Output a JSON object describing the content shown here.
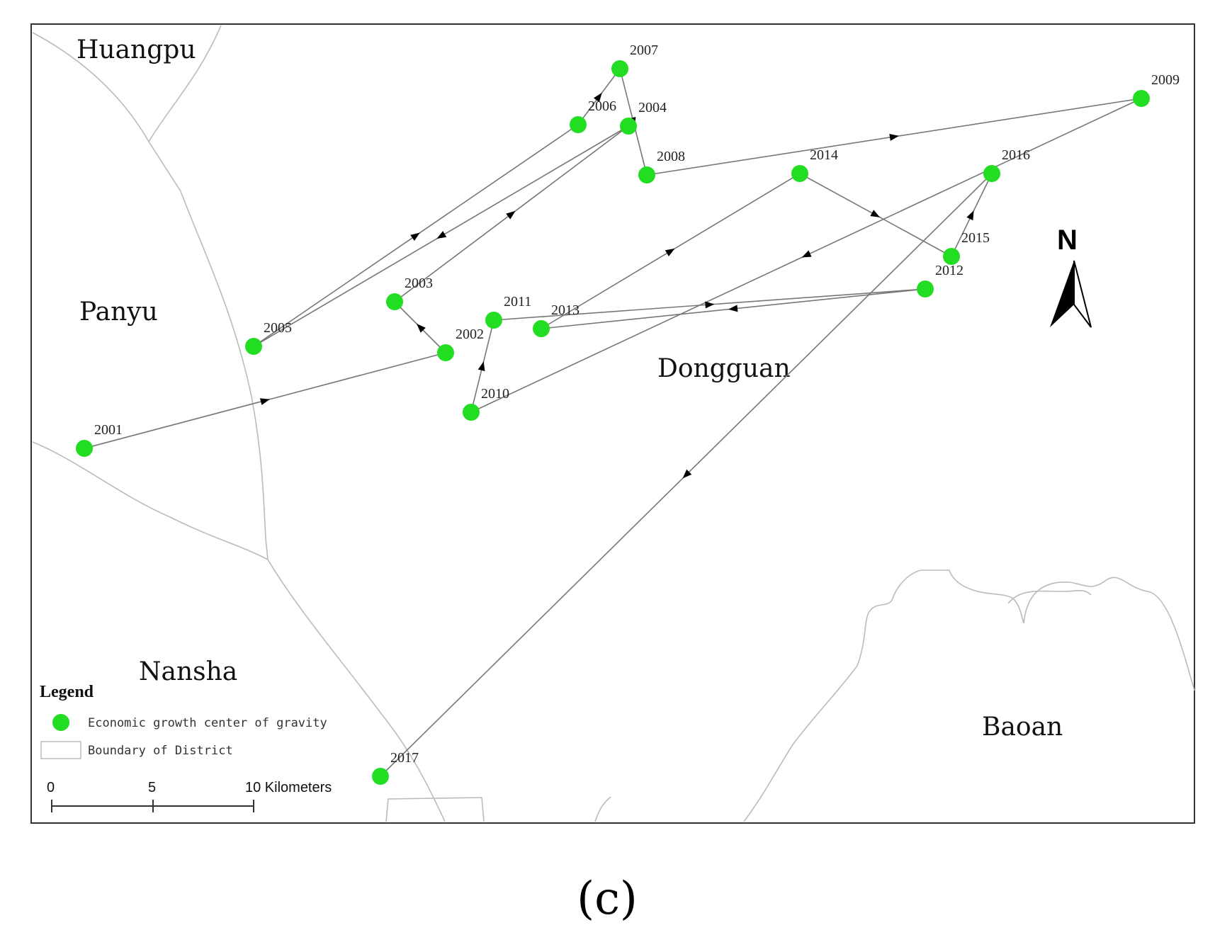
{
  "map": {
    "districts": [
      {
        "id": "huangpu",
        "name": "Huangpu"
      },
      {
        "id": "panyu",
        "name": "Panyu"
      },
      {
        "id": "dongguan",
        "name": "Dongguan"
      },
      {
        "id": "nansha",
        "name": "Nansha"
      },
      {
        "id": "baoan",
        "name": "Baoan"
      }
    ],
    "centers": [
      {
        "year": "2001"
      },
      {
        "year": "2002"
      },
      {
        "year": "2003"
      },
      {
        "year": "2004"
      },
      {
        "year": "2005"
      },
      {
        "year": "2006"
      },
      {
        "year": "2007"
      },
      {
        "year": "2008"
      },
      {
        "year": "2009"
      },
      {
        "year": "2010"
      },
      {
        "year": "2011"
      },
      {
        "year": "2012"
      },
      {
        "year": "2013"
      },
      {
        "year": "2014"
      },
      {
        "year": "2015"
      },
      {
        "year": "2016"
      },
      {
        "year": "2017"
      }
    ],
    "path_order": [
      "2001",
      "2002",
      "2003",
      "2004",
      "2005",
      "2006",
      "2007",
      "2008",
      "2009",
      "2010",
      "2011",
      "2012",
      "2013",
      "2014",
      "2015",
      "2016",
      "2017"
    ],
    "point_color": "#22dd22",
    "line_color": "#777777",
    "boundary_color": "#bbbbbb"
  },
  "legend": {
    "title": "Legend",
    "point_label": "Economic growth center of gravity",
    "boundary_label": "Boundary of District"
  },
  "scale_bar": {
    "ticks": [
      "0",
      "5",
      "10 Kilometers"
    ]
  },
  "north_arrow": {
    "label": "N"
  },
  "caption": "(c)"
}
